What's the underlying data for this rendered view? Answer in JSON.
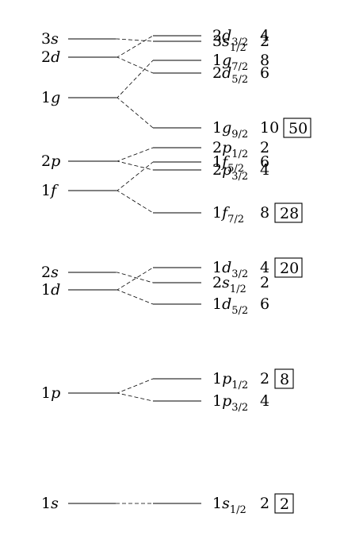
{
  "spectroscopic_levels": [
    {
      "n": "1",
      "l": "s",
      "label": "1s"
    },
    {
      "n": "1",
      "l": "p",
      "label": "1p"
    },
    {
      "n": "1",
      "l": "d",
      "label": "1d"
    },
    {
      "n": "2",
      "l": "s",
      "label": "2s"
    },
    {
      "n": "1",
      "l": "f",
      "label": "1f"
    },
    {
      "n": "2",
      "l": "p",
      "label": "2p"
    },
    {
      "n": "1",
      "l": "g",
      "label": "1g"
    },
    {
      "n": "2",
      "l": "d",
      "label": "2d"
    },
    {
      "n": "3",
      "l": "s",
      "label": "3s"
    }
  ],
  "split_levels": [
    {
      "parent": "1s",
      "n": "1",
      "l": "s",
      "j": "1/2",
      "occupancy": "2",
      "magic": "2"
    },
    {
      "parent": "1p",
      "n": "1",
      "l": "p",
      "j": "3/2",
      "occupancy": "4",
      "magic": null
    },
    {
      "parent": "1p",
      "n": "1",
      "l": "p",
      "j": "1/2",
      "occupancy": "2",
      "magic": "8"
    },
    {
      "parent": "1d",
      "n": "1",
      "l": "d",
      "j": "5/2",
      "occupancy": "6",
      "magic": null
    },
    {
      "parent": "2s",
      "n": "2",
      "l": "s",
      "j": "1/2",
      "occupancy": "2",
      "magic": null
    },
    {
      "parent": "1d",
      "n": "1",
      "l": "d",
      "j": "3/2",
      "occupancy": "4",
      "magic": "20"
    },
    {
      "parent": "1f",
      "n": "1",
      "l": "f",
      "j": "7/2",
      "occupancy": "8",
      "magic": "28"
    },
    {
      "parent": "2p",
      "n": "2",
      "l": "p",
      "j": "3/2",
      "occupancy": "4",
      "magic": null
    },
    {
      "parent": "1f",
      "n": "1",
      "l": "f",
      "j": "5/2",
      "occupancy": "6",
      "magic": null
    },
    {
      "parent": "2p",
      "n": "2",
      "l": "p",
      "j": "1/2",
      "occupancy": "2",
      "magic": null
    },
    {
      "parent": "1g",
      "n": "1",
      "l": "g",
      "j": "9/2",
      "occupancy": "10",
      "magic": "50"
    },
    {
      "parent": "2d",
      "n": "2",
      "l": "d",
      "j": "5/2",
      "occupancy": "6",
      "magic": null
    },
    {
      "parent": "1g",
      "n": "1",
      "l": "g",
      "j": "7/2",
      "occupancy": "8",
      "magic": null
    },
    {
      "parent": "3s",
      "n": "3",
      "l": "s",
      "j": "1/2",
      "occupancy": "2",
      "magic": null
    },
    {
      "parent": "2d",
      "n": "2",
      "l": "d",
      "j": "3/2",
      "occupancy": "4",
      "magic": null
    }
  ]
}
